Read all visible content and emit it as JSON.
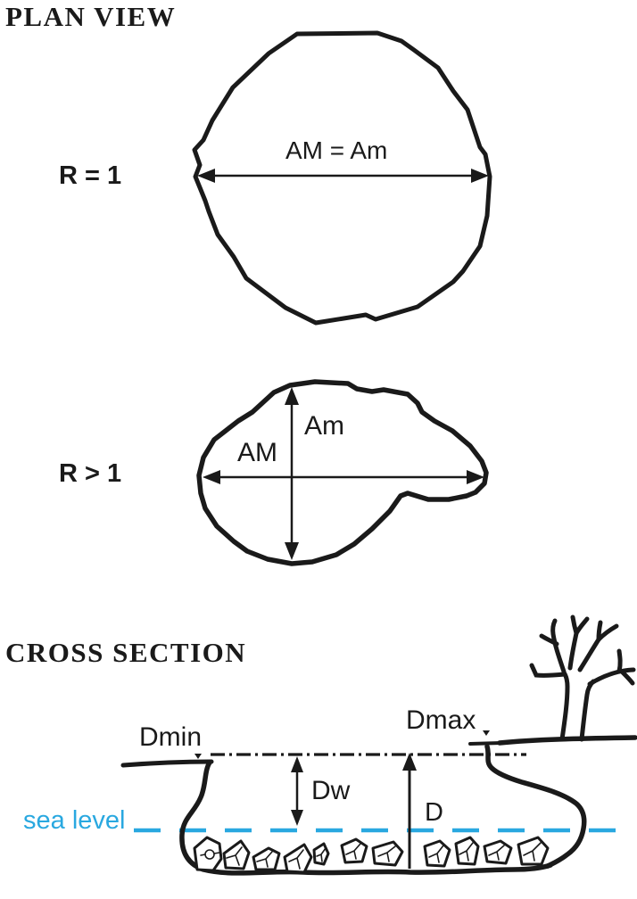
{
  "plan_view": {
    "title": "PLAN VIEW",
    "round_pool": {
      "ratio_label": "R = 1",
      "diameter_label": "AM = Am"
    },
    "elongated_pool": {
      "ratio_label": "R > 1",
      "major_axis_label": "AM",
      "minor_axis_label": "Am"
    }
  },
  "cross_section": {
    "title": "CROSS SECTION",
    "depth_min_label": "Dmin",
    "depth_max_label": "Dmax",
    "water_depth_label": "Dw",
    "depth_label": "D",
    "sea_level_label": "sea level"
  },
  "colors": {
    "ink": "#1a1a1a",
    "sea_level_blue": "#29a8e0",
    "background": "#ffffff"
  }
}
